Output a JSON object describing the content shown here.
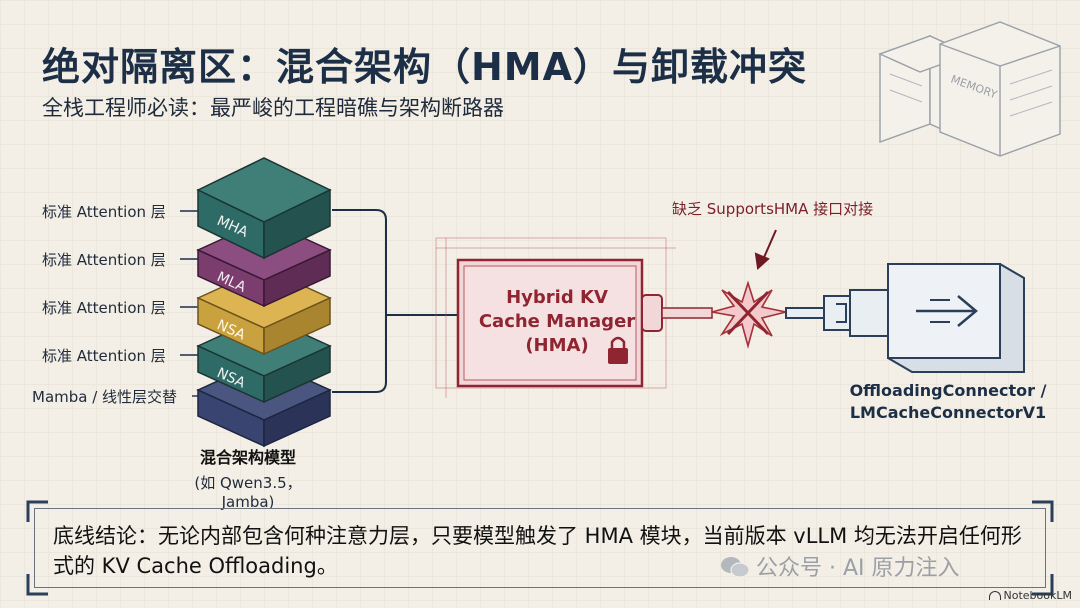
{
  "header": {
    "title": "绝对隔离区：混合架构（HMA）与卸载冲突",
    "subtitle": "全栈工程师必读：最严峻的工程暗礁与架构断路器"
  },
  "stack": {
    "layers": [
      {
        "side_label": "标准 Attention 层",
        "block": "MHA",
        "color": "#2f6b66"
      },
      {
        "side_label": "标准 Attention 层",
        "block": "MLA",
        "color": "#7a3d6e"
      },
      {
        "side_label": "标准 Attention 层",
        "block": "NSA",
        "color": "#c9a13f"
      },
      {
        "side_label": "标准 Attention 层",
        "block": "NSA",
        "color": "#2f6b66"
      },
      {
        "side_label": "Mamba / 线性层交替",
        "block": "",
        "color": "#34406a"
      }
    ],
    "caption_title": "混合架构模型",
    "caption_sub": "(如 Qwen3.5，Jamba)"
  },
  "hma": {
    "line1": "Hybrid KV",
    "line2": "Cache Manager",
    "line3": "(HMA)",
    "icon": "lock-icon"
  },
  "error": {
    "label": "缺乏 SupportsHMA 接口对接",
    "icon": "broken-connection-icon"
  },
  "connector": {
    "line1": "OffloadingConnector /",
    "line2": "LMCacheConnectorV1",
    "icon": "arrow-right-icon"
  },
  "decor": {
    "memory_label": "MEMORY"
  },
  "conclusion": {
    "text": "底线结论：无论内部包含何种注意力层，只要模型触发了 HMA 模块，当前版本 vLLM 均无法开启任何形式的 KV Cache Offloading。"
  },
  "watermark": {
    "text": "公众号 · AI 原力注入"
  },
  "brand": {
    "text": "NotebookLM"
  }
}
